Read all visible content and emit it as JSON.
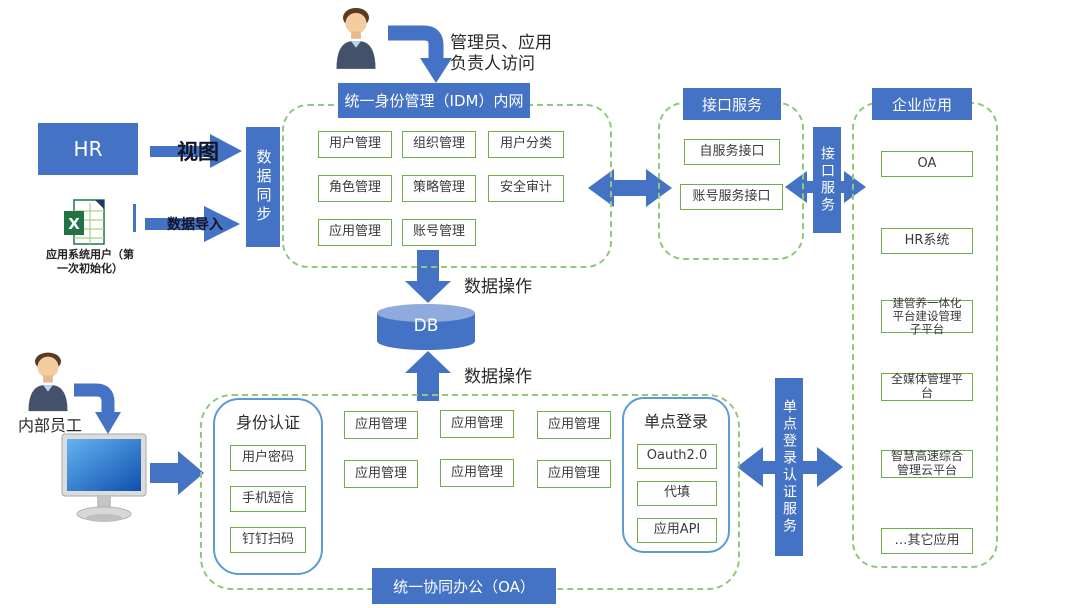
{
  "colors": {
    "accent_blue": "#4472C4",
    "light_blue_border": "#5B9BD5",
    "green_box_border": "#70AD47",
    "green_dash_border": "#90c978",
    "db_top": "#8FAADC",
    "text_dark": "#3a3a3a"
  },
  "top": {
    "admin_note": "管理员、应用\n负责人访问",
    "idm_banner": "统一身份管理（IDM）内网"
  },
  "idm_modules": [
    "用户管理",
    "组织管理",
    "用户分类",
    "角色管理",
    "策略管理",
    "安全审计",
    "应用管理",
    "账号管理"
  ],
  "left_flow": {
    "hr": "HR",
    "view": "视图",
    "data_import": "数据导入",
    "excel_caption": "应用系统用户（第\n一次初始化）",
    "data_sync_bar": "数据同步"
  },
  "api_service": {
    "banner": "接口服务",
    "items": [
      "自服务接口",
      "账号服务接口"
    ],
    "bar": "接口服务"
  },
  "enterprise_apps": {
    "banner": "企业应用",
    "items": [
      "OA",
      "HR系统",
      "建管养一体化\n平台建设管理\n子平台",
      "全媒体管理平\n台",
      "智慧高速综合\n管理云平台",
      "…其它应用"
    ]
  },
  "database": {
    "label": "DB",
    "op_top": "数据操作",
    "op_bottom": "数据操作"
  },
  "oa_zone": {
    "banner": "统一协同办公（OA）",
    "auth": {
      "title": "身份认证",
      "items": [
        "用户密码",
        "手机短信",
        "钉钉扫码"
      ]
    },
    "app_grid": [
      "应用管理",
      "应用管理",
      "应用管理",
      "应用管理",
      "应用管理",
      "应用管理"
    ],
    "sso": {
      "title": "单点登录",
      "items": [
        "Oauth2.0",
        "代填",
        "应用API"
      ]
    },
    "sso_bar": "单点登录认证服务",
    "employee": "内部员工"
  },
  "icons": {
    "excel_x": "X"
  }
}
